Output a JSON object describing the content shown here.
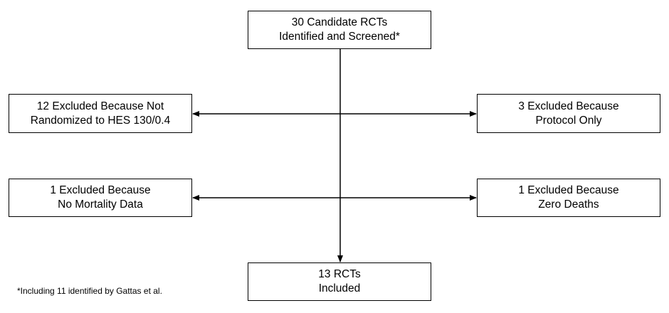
{
  "boxes": {
    "top": {
      "line1": "30 Candidate RCTs",
      "line2": "Identified and Screened*"
    },
    "left_1": {
      "line1": "12 Excluded Because Not",
      "line2": "Randomized to HES 130/0.4"
    },
    "right_1": {
      "line1": "3 Excluded Because",
      "line2": "Protocol Only"
    },
    "left_2": {
      "line1": "1 Excluded Because",
      "line2": "No Mortality Data"
    },
    "right_2": {
      "line1": "1 Excluded Because",
      "line2": "Zero Deaths"
    },
    "bottom": {
      "line1": "13 RCTs",
      "line2": "Included"
    }
  },
  "footnote": "*Including 11 identified by Gattas et al.",
  "colors": {
    "line": "#000000",
    "border": "#000000",
    "background": "#ffffff"
  }
}
